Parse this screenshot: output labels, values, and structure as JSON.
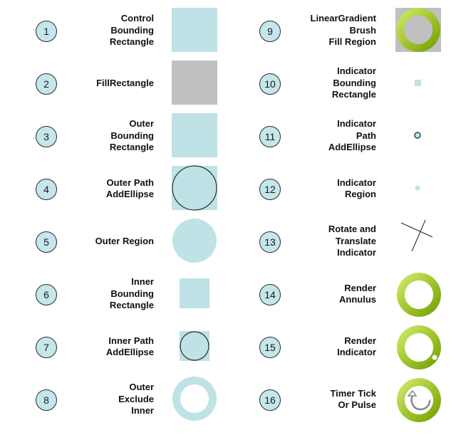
{
  "steps": [
    {
      "number": "1",
      "lines": [
        "Control",
        "Bounding",
        "Rectangle"
      ],
      "visual": "light-square"
    },
    {
      "number": "2",
      "lines": [
        "FillRectangle"
      ],
      "visual": "gray-square"
    },
    {
      "number": "3",
      "lines": [
        "Outer",
        "Bounding",
        "Rectangle"
      ],
      "visual": "light-square"
    },
    {
      "number": "4",
      "lines": [
        "Outer Path",
        "AddEllipse"
      ],
      "visual": "square-with-ellipse"
    },
    {
      "number": "5",
      "lines": [
        "Outer Region"
      ],
      "visual": "filled-circle"
    },
    {
      "number": "6",
      "lines": [
        "Inner",
        "Bounding",
        "Rectangle"
      ],
      "visual": "small-square"
    },
    {
      "number": "7",
      "lines": [
        "Inner Path",
        "AddEllipse"
      ],
      "visual": "small-square-with-ellipse"
    },
    {
      "number": "8",
      "lines": [
        "Outer",
        "Exclude",
        "Inner"
      ],
      "visual": "light-ring"
    },
    {
      "number": "9",
      "lines": [
        "LinearGradient",
        "Brush",
        "Fill Region"
      ],
      "visual": "gray-with-green-ring"
    },
    {
      "number": "10",
      "lines": [
        "Indicator",
        "Bounding",
        "Rectangle"
      ],
      "visual": "tiny-square"
    },
    {
      "number": "11",
      "lines": [
        "Indicator",
        "Path",
        "AddEllipse"
      ],
      "visual": "tiny-ring"
    },
    {
      "number": "12",
      "lines": [
        "Indicator",
        "Region"
      ],
      "visual": "tiny-dot"
    },
    {
      "number": "13",
      "lines": [
        "Rotate and",
        "Translate",
        "Indicator"
      ],
      "visual": "cross-lines"
    },
    {
      "number": "14",
      "lines": [
        "Render",
        "Annulus"
      ],
      "visual": "green-ring"
    },
    {
      "number": "15",
      "lines": [
        "Render",
        "Indicator"
      ],
      "visual": "green-ring-indicator"
    },
    {
      "number": "16",
      "lines": [
        "Timer Tick",
        "Or Pulse"
      ],
      "visual": "green-ring-arrow"
    }
  ],
  "colors": {
    "light": "#bfe2e6",
    "gray": "#c0c0c0",
    "circle_border": "#2a2a2a",
    "green_dark": "#6f9a00",
    "green_light": "#d7ef72"
  }
}
